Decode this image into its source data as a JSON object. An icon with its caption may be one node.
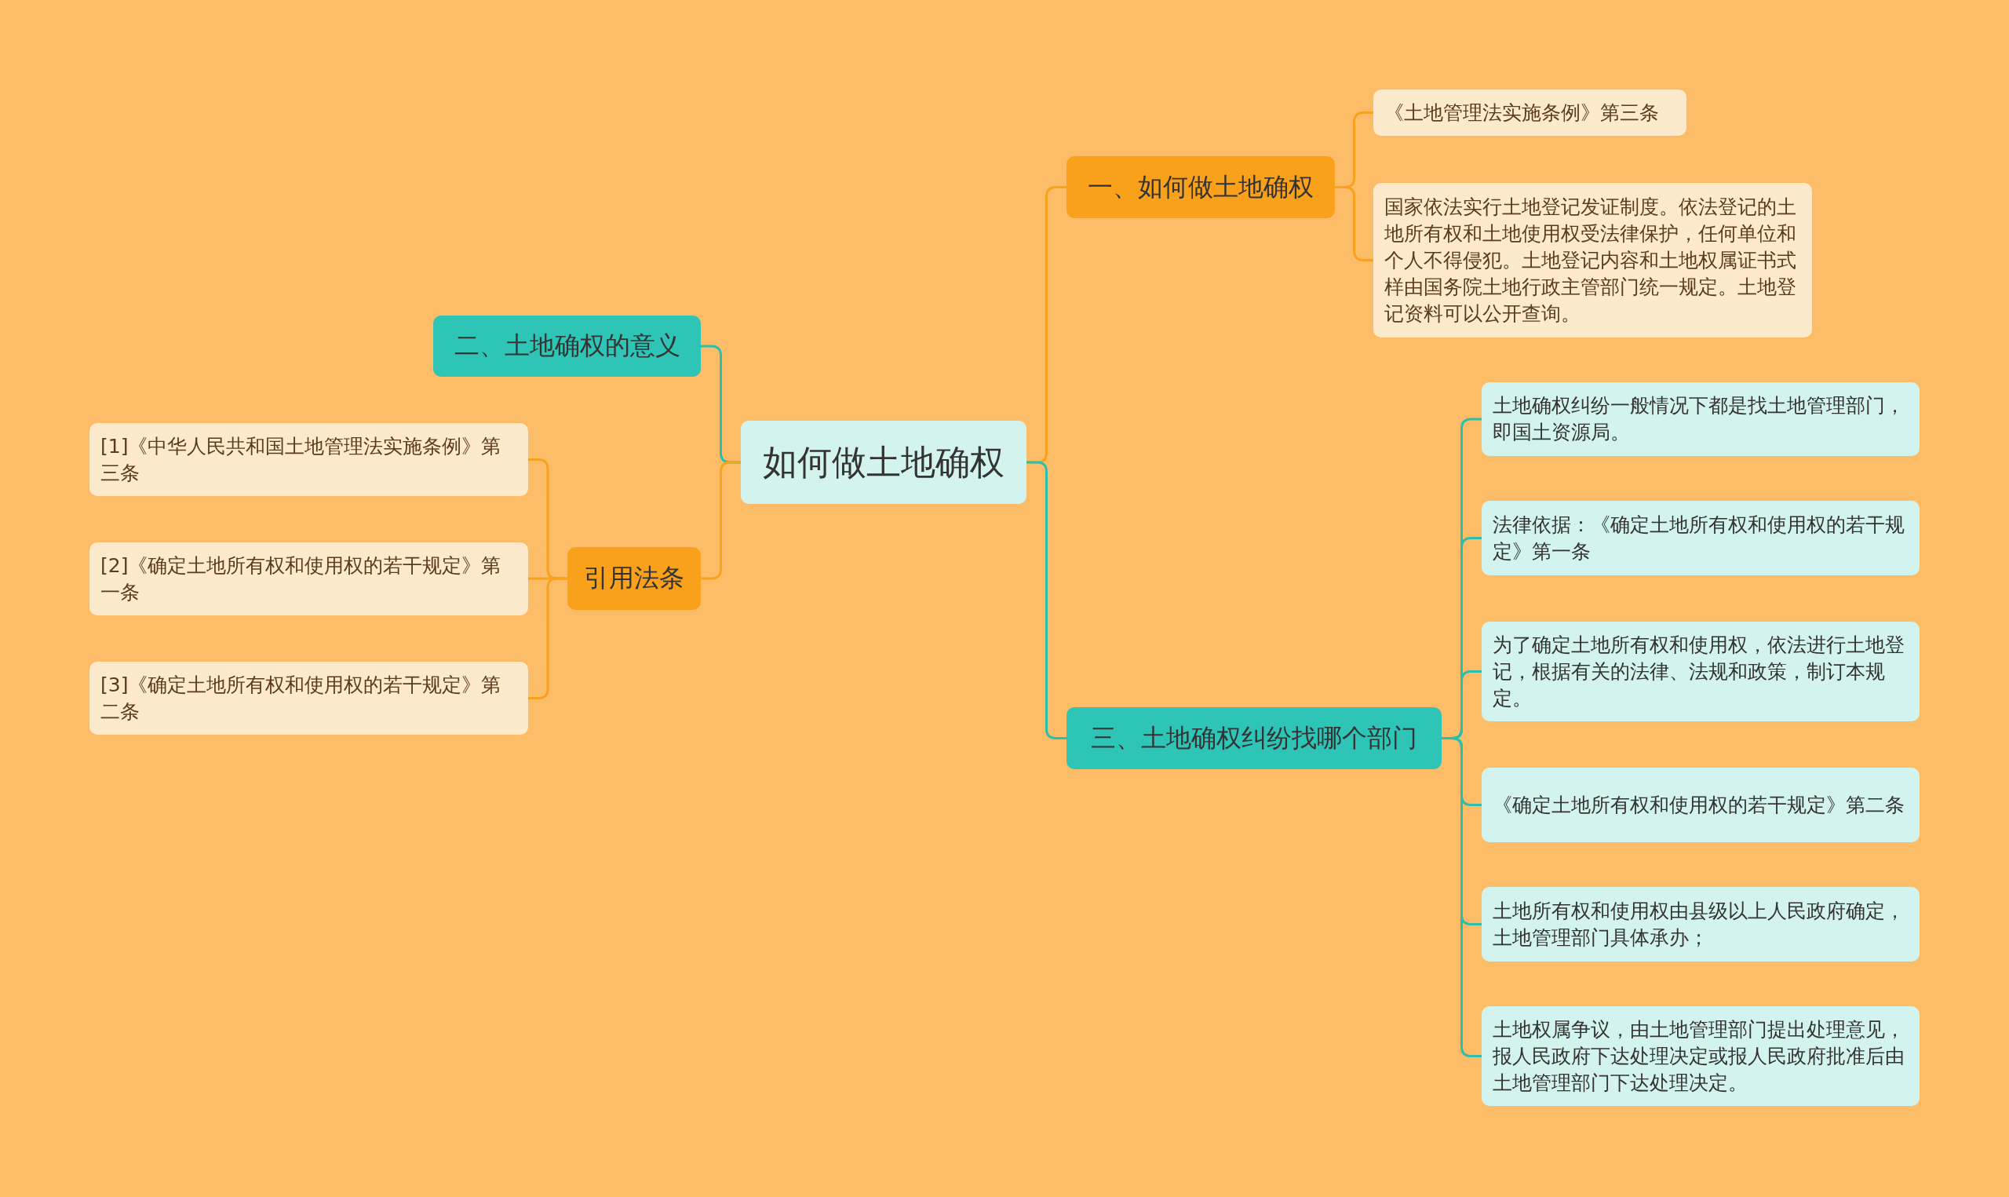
{
  "diagram": {
    "nodes": [
      {
        "text": [
          "如何做土地确权"
        ]
      },
      {
        "text": [
          "一、如何做土地确权"
        ]
      },
      {
        "text": [
          "《土地管理法实施条例》第三条"
        ]
      },
      {
        "text": [
          "国家依法实行土地登记发证制度。依法登记的土地所有权和土地使用权受法律保护，任何单位和个人不得侵犯。土地登记内容和土地权属证书式样由国务院土地行政主管部门统一规定。土地登记资料可以公开查询。"
        ]
      },
      {
        "text": [
          "二、土地确权的意义"
        ]
      },
      {
        "text": [
          "引用法条"
        ]
      },
      {
        "text": [
          "[1]《中华人民共和国土地管理法实施条例》第三条"
        ]
      },
      {
        "text": [
          "[2]《确定土地所有权和使用权的若干规定》第一条"
        ]
      },
      {
        "text": [
          "[3]《确定土地所有权和使用权的若干规定》第二条"
        ]
      },
      {
        "text": [
          "三、土地确权纠纷找哪个部门"
        ]
      },
      {
        "text": [
          "土地确权纠纷一般情况下都是找土地管理部门，即国土资源局。"
        ]
      },
      {
        "text": [
          "法律依据：《确定土地所有权和使用权的若干规定》第一条"
        ]
      },
      {
        "text": [
          "为了确定土地所有权和使用权，依法进行土地登记，根据有关的法律、法规和政策，制订本规定。"
        ]
      },
      {
        "text": [
          "《确定土地所有权和使用权的若干规定》第二条"
        ]
      },
      {
        "text": [
          "土地所有权和使用权由县级以上人民政府确定，土地管理部门具体承办；"
        ]
      },
      {
        "text": [
          "土地权属争议，由土地管理部门提出处理意见，报人民政府下达处理决定或报人民政府批准后由土地管理部门下达处理决定。"
        ]
      }
    ],
    "edges": [
      {
        "from": 0,
        "to": 1,
        "arrow": "none",
        "color": "#f8a21d"
      },
      {
        "from": 1,
        "to": 2,
        "arrow": "none",
        "color": "#f8a21d"
      },
      {
        "from": 1,
        "to": 3,
        "arrow": "none",
        "color": "#f8a21d"
      },
      {
        "from": 0,
        "to": 4,
        "arrow": "none"
      },
      {
        "from": 0,
        "to": 5,
        "arrow": "none",
        "color": "#f8a21d"
      },
      {
        "from": 5,
        "to": 6,
        "arrow": "none",
        "color": "#f8a21d"
      },
      {
        "from": 5,
        "to": 7,
        "arrow": "none",
        "color": "#f8a21d"
      },
      {
        "from": 5,
        "to": 8,
        "arrow": "none",
        "color": "#f8a21d"
      },
      {
        "from": 0,
        "to": 9,
        "arrow": "none"
      },
      {
        "from": 9,
        "to": 10,
        "arrow": "none"
      },
      {
        "from": 9,
        "to": 11,
        "arrow": "none"
      },
      {
        "from": 9,
        "to": 12,
        "arrow": "none"
      },
      {
        "from": 9,
        "to": 13,
        "arrow": "none"
      },
      {
        "from": 9,
        "to": 14,
        "arrow": "none"
      },
      {
        "from": 9,
        "to": 15,
        "arrow": "none"
      }
    ]
  }
}
